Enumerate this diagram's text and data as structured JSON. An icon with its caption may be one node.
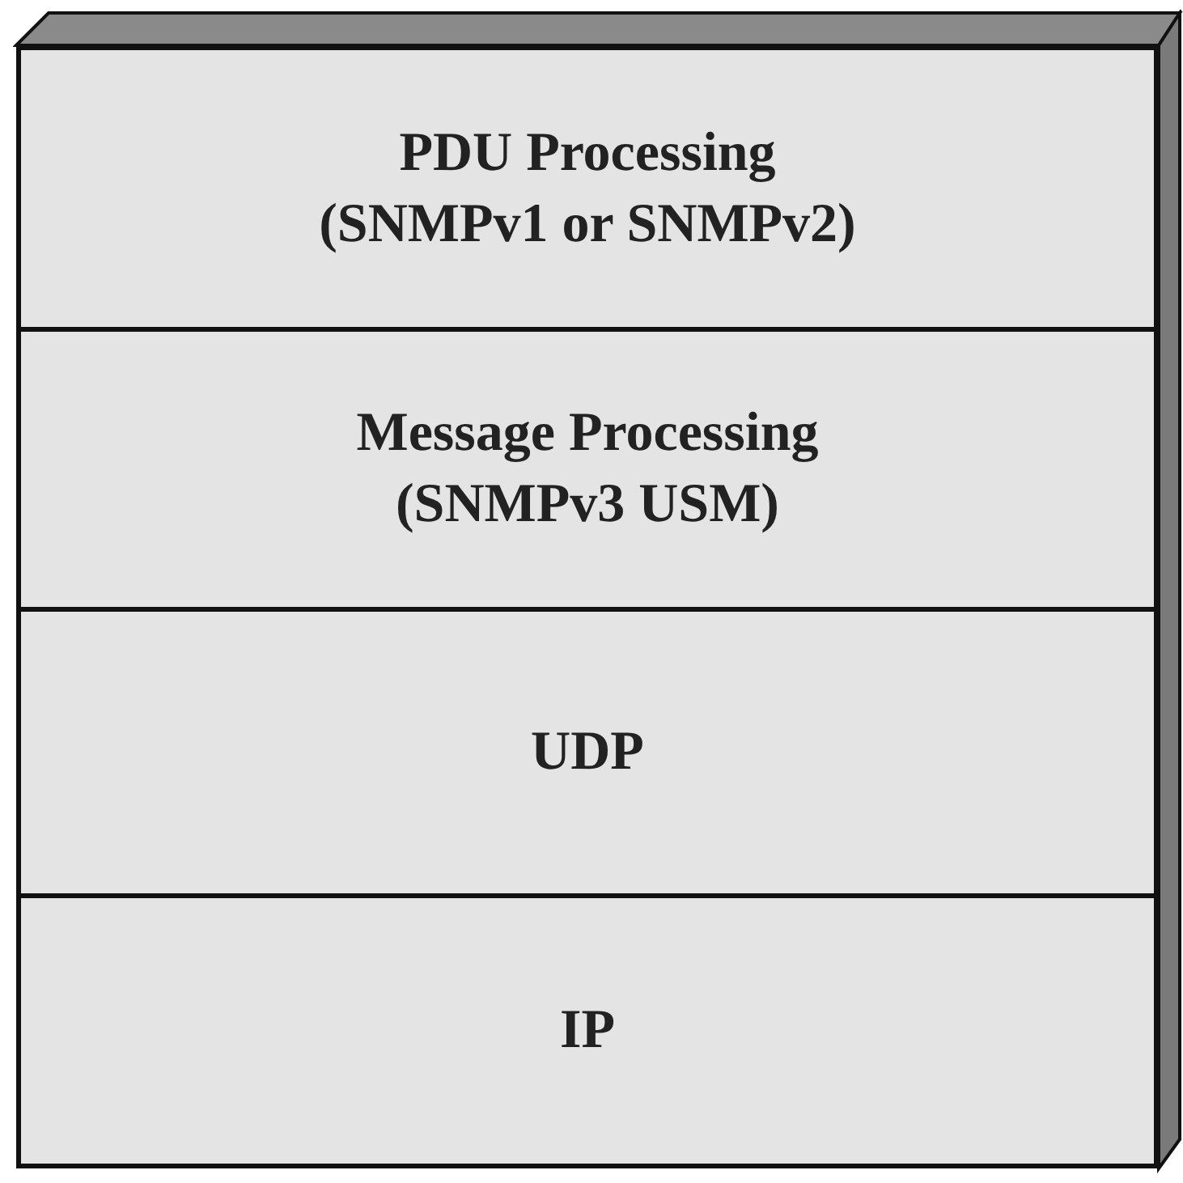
{
  "diagram": {
    "nodes": [
      {
        "text": [
          "PDU Processing",
          "(SNMPv1 or SNMPv2)"
        ]
      },
      {
        "text": [
          "Message Processing",
          "(SNMPv3 USM)"
        ]
      },
      {
        "text": [
          "UDP"
        ]
      },
      {
        "text": [
          "IP"
        ]
      }
    ]
  }
}
